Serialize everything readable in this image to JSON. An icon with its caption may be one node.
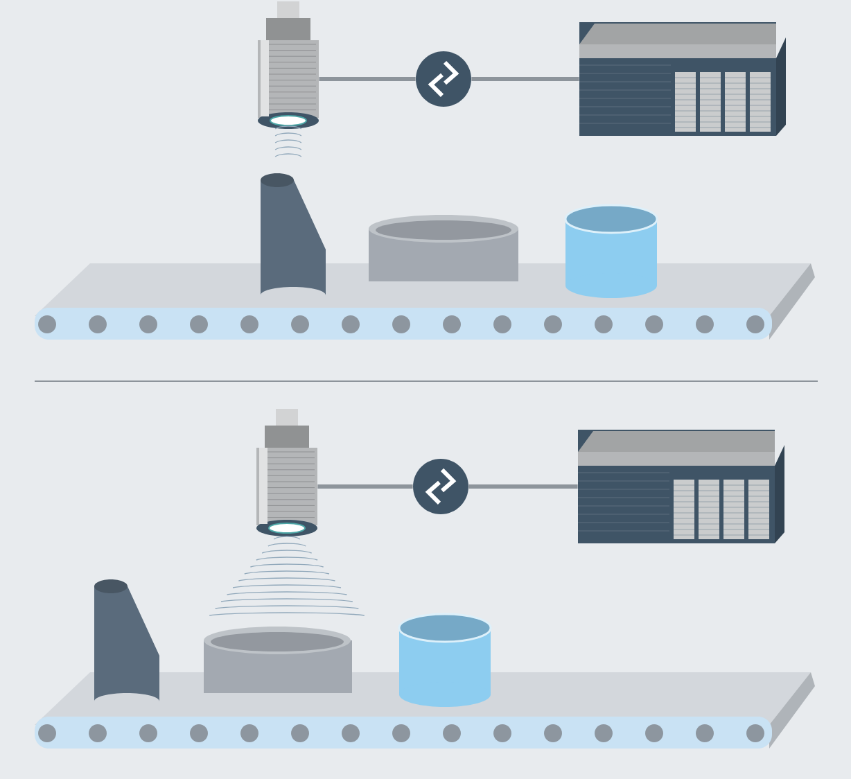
{
  "diagram": {
    "nodes": [
      {
        "text": [],
        "shape": "picture"
      },
      {
        "text": [],
        "shape": "circle"
      },
      {
        "text": [],
        "shape": "picture"
      },
      {
        "text": [],
        "shape": "picture"
      },
      {
        "text": [],
        "shape": "circle"
      },
      {
        "text": [],
        "shape": "picture"
      }
    ],
    "edges": [
      {
        "from": 0,
        "to": 1,
        "arrow": "none"
      },
      {
        "from": 1,
        "to": 2,
        "arrow": "none"
      },
      {
        "from": 3,
        "to": 4,
        "arrow": "none"
      },
      {
        "from": 4,
        "to": 5,
        "arrow": "none"
      }
    ]
  }
}
